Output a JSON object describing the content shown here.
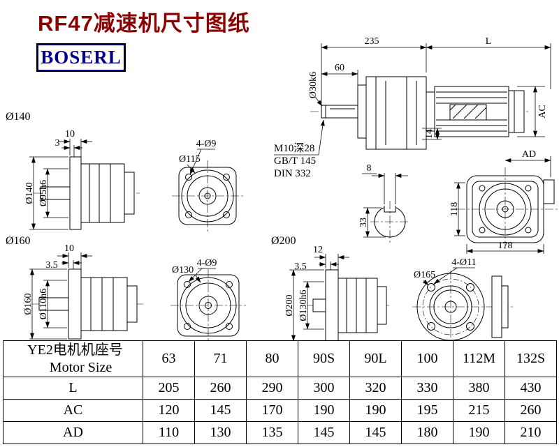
{
  "title": "RF47减速机尺寸图纸",
  "logo": "BOSERL",
  "colors": {
    "title": "#8b0000",
    "logo": "#00008b",
    "line": "#000000"
  },
  "views": {
    "side": {
      "d235": "235",
      "dL": "L",
      "d60": "60",
      "dshaft": "Ø30k6",
      "dAC": "AC",
      "d14": "14"
    },
    "notes": {
      "line1": "M10深28",
      "line2": "GB/T 145",
      "line3": "DIN 332"
    },
    "keyway": {
      "d8": "8",
      "d33": "33"
    },
    "rear": {
      "dAD": "AD",
      "d118": "118",
      "d178": "178"
    },
    "flange140": {
      "label": "Ø140",
      "d10": "10",
      "d3": "3",
      "dd1": "Ø140",
      "dd2": "Ø95h6"
    },
    "front115": {
      "holes": "4-Ø9",
      "d": "Ø115"
    },
    "flange160": {
      "label": "Ø160",
      "d10": "10",
      "d35": "3.5",
      "dd1": "Ø160",
      "dd2": "Ø110h6"
    },
    "front130": {
      "holes": "4-Ø9",
      "d": "Ø130"
    },
    "flange200": {
      "label": "Ø200",
      "d12": "12",
      "d35": "3.5",
      "dd1": "Ø200",
      "dd2": "Ø130h6"
    },
    "front165": {
      "holes": "4-Ø11",
      "d": "Ø165"
    }
  },
  "table": {
    "header_line1": "YE2电机机座号",
    "header_line2": "Motor Size",
    "sizes": [
      "63",
      "71",
      "80",
      "90S",
      "90L",
      "100",
      "112M",
      "132S"
    ],
    "rows": [
      {
        "label": "L",
        "values": [
          "205",
          "260",
          "290",
          "300",
          "320",
          "330",
          "380",
          "430"
        ]
      },
      {
        "label": "AC",
        "values": [
          "120",
          "145",
          "170",
          "190",
          "190",
          "195",
          "215",
          "260"
        ]
      },
      {
        "label": "AD",
        "values": [
          "110",
          "130",
          "135",
          "145",
          "145",
          "180",
          "190",
          "210"
        ]
      }
    ]
  }
}
